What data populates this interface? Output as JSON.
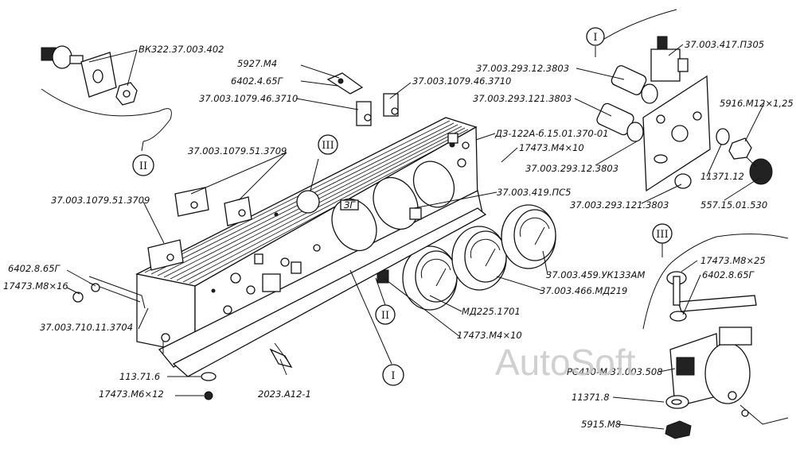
{
  "labels": {
    "vk322": "ВК322.37.003.402",
    "l5927": "5927.М4",
    "l6402_465": "6402.4.65Г",
    "l1079_46_a": "37.003.1079.46.3710",
    "l1079_46_b": "37.003.1079.46.3710",
    "l1079_51_a": "37.003.1079.51.3709",
    "l1079_51_b": "37.003.1079.51.3709",
    "l6402_865_left": "6402.8.65Г",
    "l17473_m8x16": "17473.М8×16",
    "l710": "37.003.710.11.3704",
    "l11371_6": "113.71.6",
    "l17473_m6x12": "17473.М6×12",
    "l2023": "2023.А12-1",
    "l17473_m4x10_b": "17473.М4×10",
    "md225": "МД225.1701",
    "l466": "37.003.466.МД219",
    "l459": "37.003.459.УК133АМ",
    "l419": "37.003.419.ПС5",
    "d3": "ДЗ-122А-б.15.01.370-01",
    "l17473_m4x10_a": "17473.М4×10",
    "l293_12_a": "37.003.293.12.3803",
    "l293_121_a": "37.003.293.121.3803",
    "l293_12_b": "37.003.293.12.3803",
    "l293_121_b": "37.003.293.121.3803",
    "l417": "37.003.417.П305",
    "l5916": "5916.М12×1,25",
    "l11371_12": "11371.12",
    "l557": "557.15.01.530",
    "l17473_m8x25": "17473.М8×25",
    "l6402_865_right": "6402.8.65Г",
    "rs410": "РС410-М.37.003.508",
    "l11371_8": "11371.8",
    "l5915": "5915.М8"
  },
  "callouts": {
    "c1_top": "I",
    "c2_left": "II",
    "c3_panel": "III",
    "c2_lower": "II",
    "c1_lower": "I",
    "c3_right": "III"
  },
  "watermark": "AutoSoft"
}
